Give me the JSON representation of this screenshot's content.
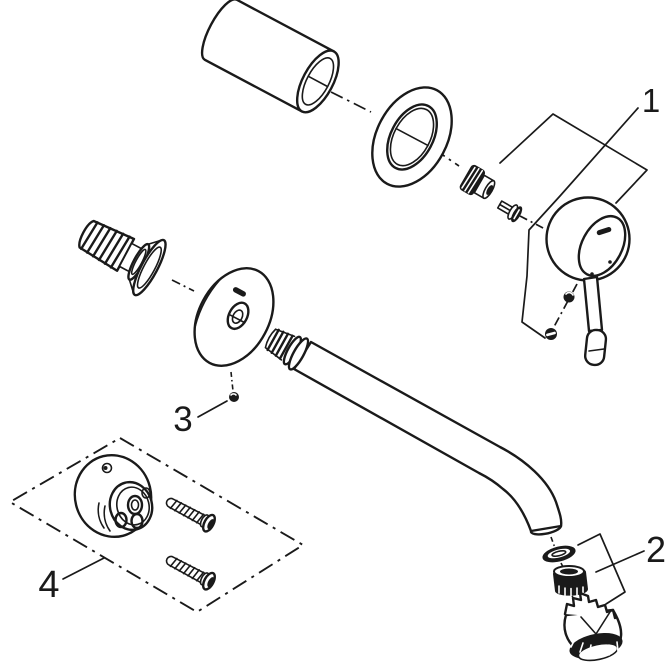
{
  "diagram": {
    "background": "#ffffff",
    "line_color": "#1a1a1a",
    "callout_1": "1",
    "callout_2": "2",
    "callout_3": "3",
    "callout_4": "4"
  }
}
